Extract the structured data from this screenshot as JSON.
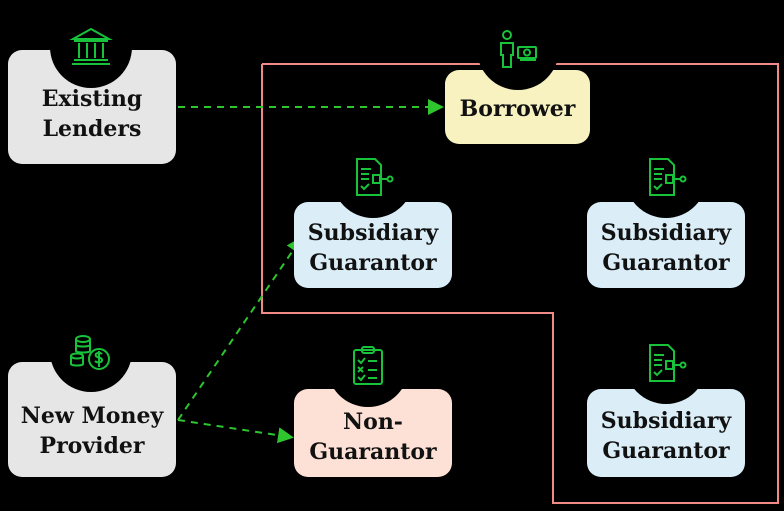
{
  "colors": {
    "background": "#000000",
    "lender_box": "#e6e6e6",
    "borrower_box": "#f7f2bf",
    "subsidiary_box": "#dbeef8",
    "non_guarantor_box": "#fde0d6",
    "icon_stroke": "#19c23b",
    "arrow": "#2ec52e",
    "perimeter": "#f08a84"
  },
  "nodes": {
    "existing_lenders": {
      "line1": "Existing",
      "line2": "Lenders",
      "icon": "bank-icon"
    },
    "borrower": {
      "label": "Borrower",
      "icon": "person-cash-icon"
    },
    "subsidiary_1": {
      "line1": "Subsidiary",
      "line2": "Guarantor",
      "icon": "guarantee-document-icon"
    },
    "subsidiary_2": {
      "line1": "Subsidiary",
      "line2": "Guarantor",
      "icon": "guarantee-document-icon"
    },
    "subsidiary_3": {
      "line1": "Subsidiary",
      "line2": "Guarantor",
      "icon": "guarantee-document-icon"
    },
    "new_money": {
      "line1": "New Money",
      "line2": "Provider",
      "icon": "coins-dollar-icon"
    },
    "non_guarantor": {
      "line1": "Non-",
      "line2": "Guarantor",
      "icon": "clipboard-checklist-icon"
    }
  },
  "edges": [
    {
      "from": "Existing Lenders",
      "to": "Borrower"
    },
    {
      "from": "New Money Provider",
      "to": "Subsidiary Guarantor"
    },
    {
      "from": "New Money Provider",
      "to": "Non-Guarantor"
    }
  ]
}
